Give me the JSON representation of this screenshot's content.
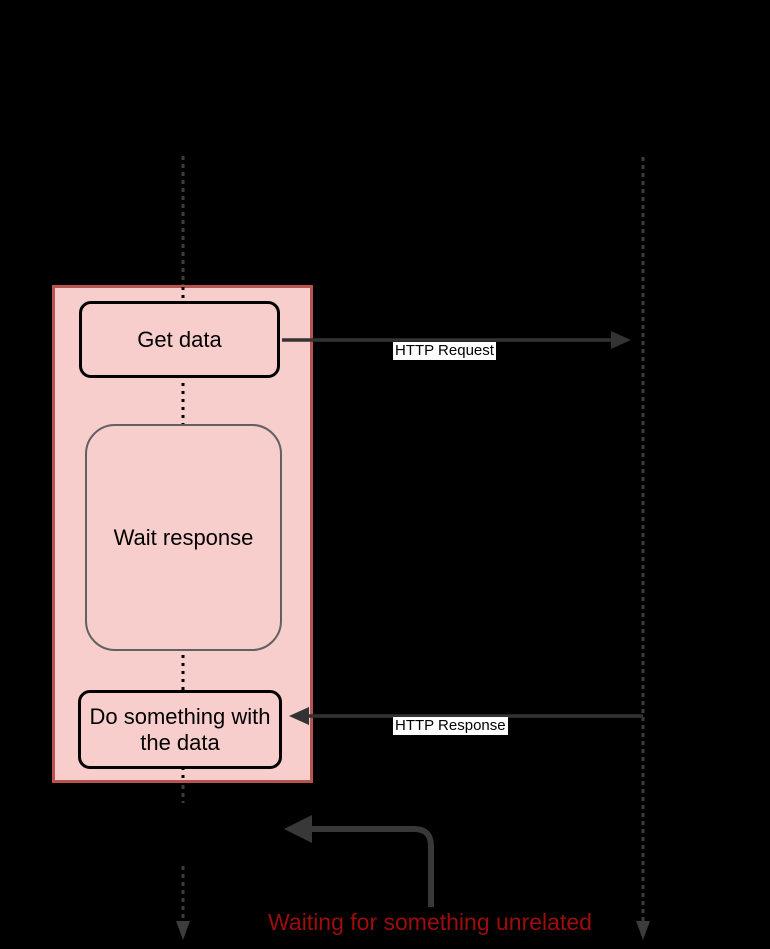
{
  "diagram": {
    "container_nodes": [
      {
        "label": "Get data"
      },
      {
        "label": "Wait response"
      },
      {
        "label": "Do something with the data"
      }
    ],
    "messages": {
      "request": "HTTP Request",
      "response": "HTTP Response"
    },
    "caption": "Waiting for something unrelated",
    "colors": {
      "background": "#000000",
      "container_fill": "#f8cecc",
      "container_border": "#b85450",
      "node_border_black": "#000000",
      "node_border_gray": "#616161",
      "lifeline_gray": "#3c3c3c",
      "arrow_dark": "#333333",
      "curved_arrow_gray": "#383838",
      "caption_red": "#9e0d0d",
      "message_label_bg": "#ffffff"
    }
  }
}
